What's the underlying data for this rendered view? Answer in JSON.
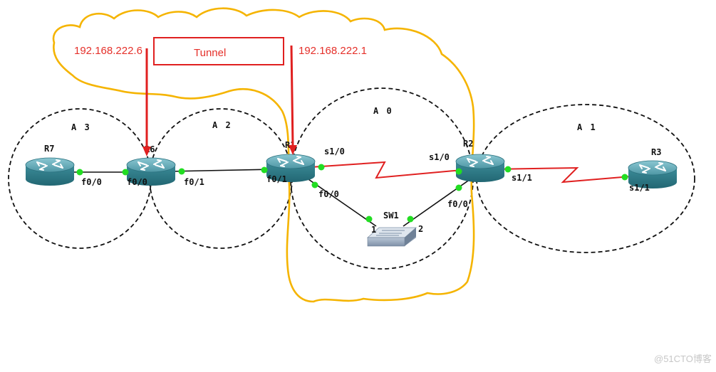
{
  "areas": {
    "a3": "A 3",
    "a2": "A 2",
    "a0": "A 0",
    "a1": "A 1"
  },
  "routers": {
    "r7": "R7",
    "r6": "R6",
    "r1": "R1",
    "r2": "R2",
    "r3": "R3"
  },
  "switch": {
    "sw1": "SW1",
    "port1": "1",
    "port2": "2"
  },
  "interfaces": {
    "r7_f00": "f0/0",
    "r6_f00": "f0/0",
    "r6_f01": "f0/1",
    "r1_f01": "f0/1",
    "r1_s10": "s1/0",
    "r1_f00": "f0/0",
    "r2_s10": "s1/0",
    "r2_f00": "f0/0",
    "r2_s11": "s1/1",
    "r3_s11": "s1/1"
  },
  "tunnel": {
    "label": "Tunnel",
    "left_ip": "192.168.222.6",
    "right_ip": "192.168.222.1"
  },
  "watermark": "@51CTO博客",
  "colors": {
    "router_top": "#5aa2b0",
    "router_body": "#2f7e8c",
    "serial_link": "#e02020",
    "ethernet_link": "#111111",
    "port_dot": "#22dd22",
    "tunnel_cloud": "#f5b400",
    "annotation": "#e5302a"
  }
}
